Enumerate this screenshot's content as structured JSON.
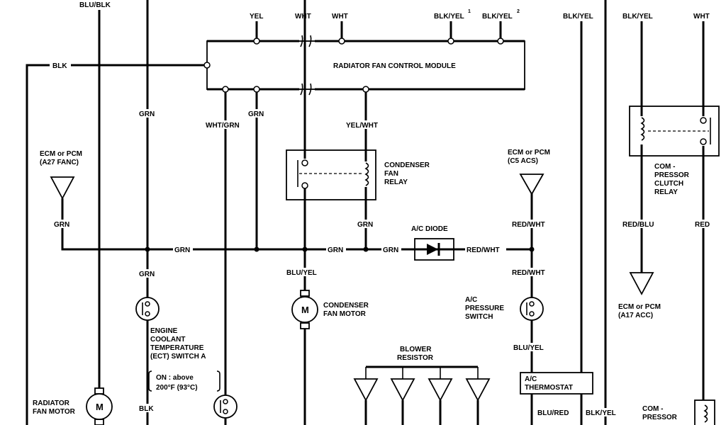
{
  "wire_labels": {
    "blu_blk": "BLU/BLK",
    "yel": "YEL",
    "wht_1": "WHT",
    "wht_2": "WHT",
    "blk_yel_1": "BLK/YEL",
    "blk_yel_1_sup": "1",
    "blk_yel_2": "BLK/YEL",
    "blk_yel_2_sup": "2",
    "blk_yel_top": "BLK/YEL",
    "blk_yel_right": "BLK/YEL",
    "wht_right": "WHT",
    "blk_left": "BLK",
    "grn_1": "GRN",
    "grn_2": "GRN",
    "wht_grn": "WHT/GRN",
    "yel_wht": "YEL/WHT",
    "grn_ecm": "GRN",
    "grn_relay": "GRN",
    "grn_bus_1": "GRN",
    "grn_bus_2": "GRN",
    "grn_bus_3": "GRN",
    "red_wht_1": "RED/WHT",
    "red_wht_2": "RED/WHT",
    "red_wht_3": "RED/WHT",
    "grn_ect": "GRN",
    "blu_yel_1": "BLU/YEL",
    "blu_yel_2": "BLU/YEL",
    "red_blu": "RED/BLU",
    "red": "RED",
    "blk_bottom": "BLK",
    "blu_red": "BLU/RED",
    "blk_yel_bottom": "BLK/YEL"
  },
  "components": {
    "fan_control_module": "RADIATOR FAN CONTROL MODULE",
    "ecm_fanc": [
      "ECM or PCM",
      "(A27 FANC)"
    ],
    "ecm_acs": [
      "ECM or PCM",
      "(C5 ACS)"
    ],
    "ecm_acc": [
      "ECM or PCM",
      "(A17 ACC)"
    ],
    "condenser_relay": [
      "CONDENSER",
      "FAN",
      "RELAY"
    ],
    "ac_diode": "A/C DIODE",
    "condenser_motor": [
      "CONDENSER",
      "FAN MOTOR"
    ],
    "ac_pressure_switch": [
      "A/C",
      "PRESSURE",
      "SWITCH"
    ],
    "ect_switch": [
      "ENGINE",
      "COOLANT",
      "TEMPERATURE",
      "(ECT) SWITCH A"
    ],
    "ect_note": [
      "ON : above",
      "200°F (93°C)"
    ],
    "compressor_relay": [
      "COM -",
      "PRESSOR",
      "CLUTCH",
      "RELAY"
    ],
    "blower_resistor": [
      "BLOWER",
      "RESISTOR"
    ],
    "ac_thermostat": [
      "A/C",
      "THERMOSTAT"
    ],
    "radiator_motor": [
      "RADIATOR",
      "FAN MOTOR"
    ],
    "compressor_bottom": [
      "COM -",
      "PRESSOR"
    ],
    "motor_symbol": "M"
  },
  "colors": {
    "ink": "#000000",
    "paper": "#ffffff"
  }
}
